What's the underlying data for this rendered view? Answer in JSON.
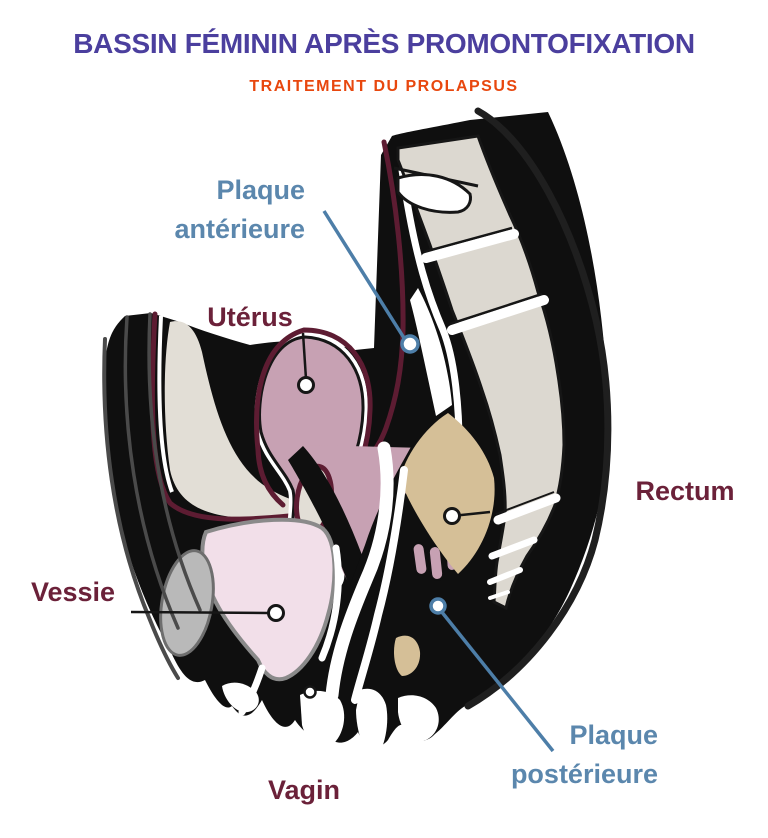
{
  "title": {
    "text": "BASSIN FÉMININ APRÈS PROMONTOFIXATION",
    "color": "#4b3f9e"
  },
  "subtitle": {
    "text": "TRAITEMENT DU PROLAPSUS",
    "color": "#e8470e"
  },
  "labels": {
    "plaque_anterieure": {
      "line1": "Plaque",
      "line2": "antérieure",
      "color": "#5b87ad"
    },
    "uterus": {
      "text": "Utérus",
      "color": "#6b2139"
    },
    "rectum": {
      "text": "Rectum",
      "color": "#6b2139"
    },
    "vessie": {
      "text": "Vessie",
      "color": "#6b2139"
    },
    "vagin": {
      "text": "Vagin",
      "color": "#6b2139"
    },
    "plaque_posterieure": {
      "line1": "Plaque",
      "line2": "postérieure",
      "color": "#5b87ad"
    }
  },
  "colors": {
    "tissue_black": "#0f0f0f",
    "outline": "#161616",
    "body_line": "#1f1f1f",
    "muscle_gray": "#4a4a4a",
    "mesh_maroon": "#5d1c32",
    "bone_beige": "#dcd8d0",
    "bowel_cream": "#e2ded6",
    "uterus_mauve": "#c7a1b3",
    "bladder_pink": "#f2dfe9",
    "bladder_edge": "#8a8a8a",
    "symphysis_gray": "#b9b9b9",
    "symphysis_edge": "#6e6e6e",
    "mesorectum_tan": "#d5bf97",
    "leader_blue": "#4d7ea8",
    "white": "#ffffff"
  }
}
